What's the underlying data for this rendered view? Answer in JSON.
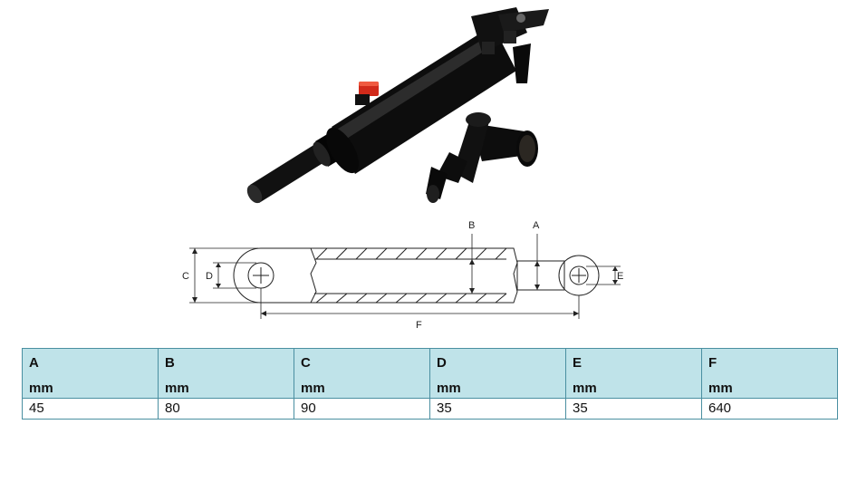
{
  "diagram": {
    "labels": {
      "A": "A",
      "B": "B",
      "C": "C",
      "D": "D",
      "E": "E",
      "F": "F"
    }
  },
  "table": {
    "headers": [
      {
        "label": "A",
        "unit": "mm"
      },
      {
        "label": "B",
        "unit": "mm"
      },
      {
        "label": "C",
        "unit": "mm"
      },
      {
        "label": "D",
        "unit": "mm"
      },
      {
        "label": "E",
        "unit": "mm"
      },
      {
        "label": "F",
        "unit": "mm"
      }
    ],
    "rows": [
      [
        "45",
        "80",
        "90",
        "35",
        "35",
        "640"
      ]
    ]
  },
  "colors": {
    "header_bg": "#bfe3e9",
    "border": "#4a8fa1",
    "cylinder": "#0d0d0d",
    "valve_cap": "#d12a1a"
  }
}
